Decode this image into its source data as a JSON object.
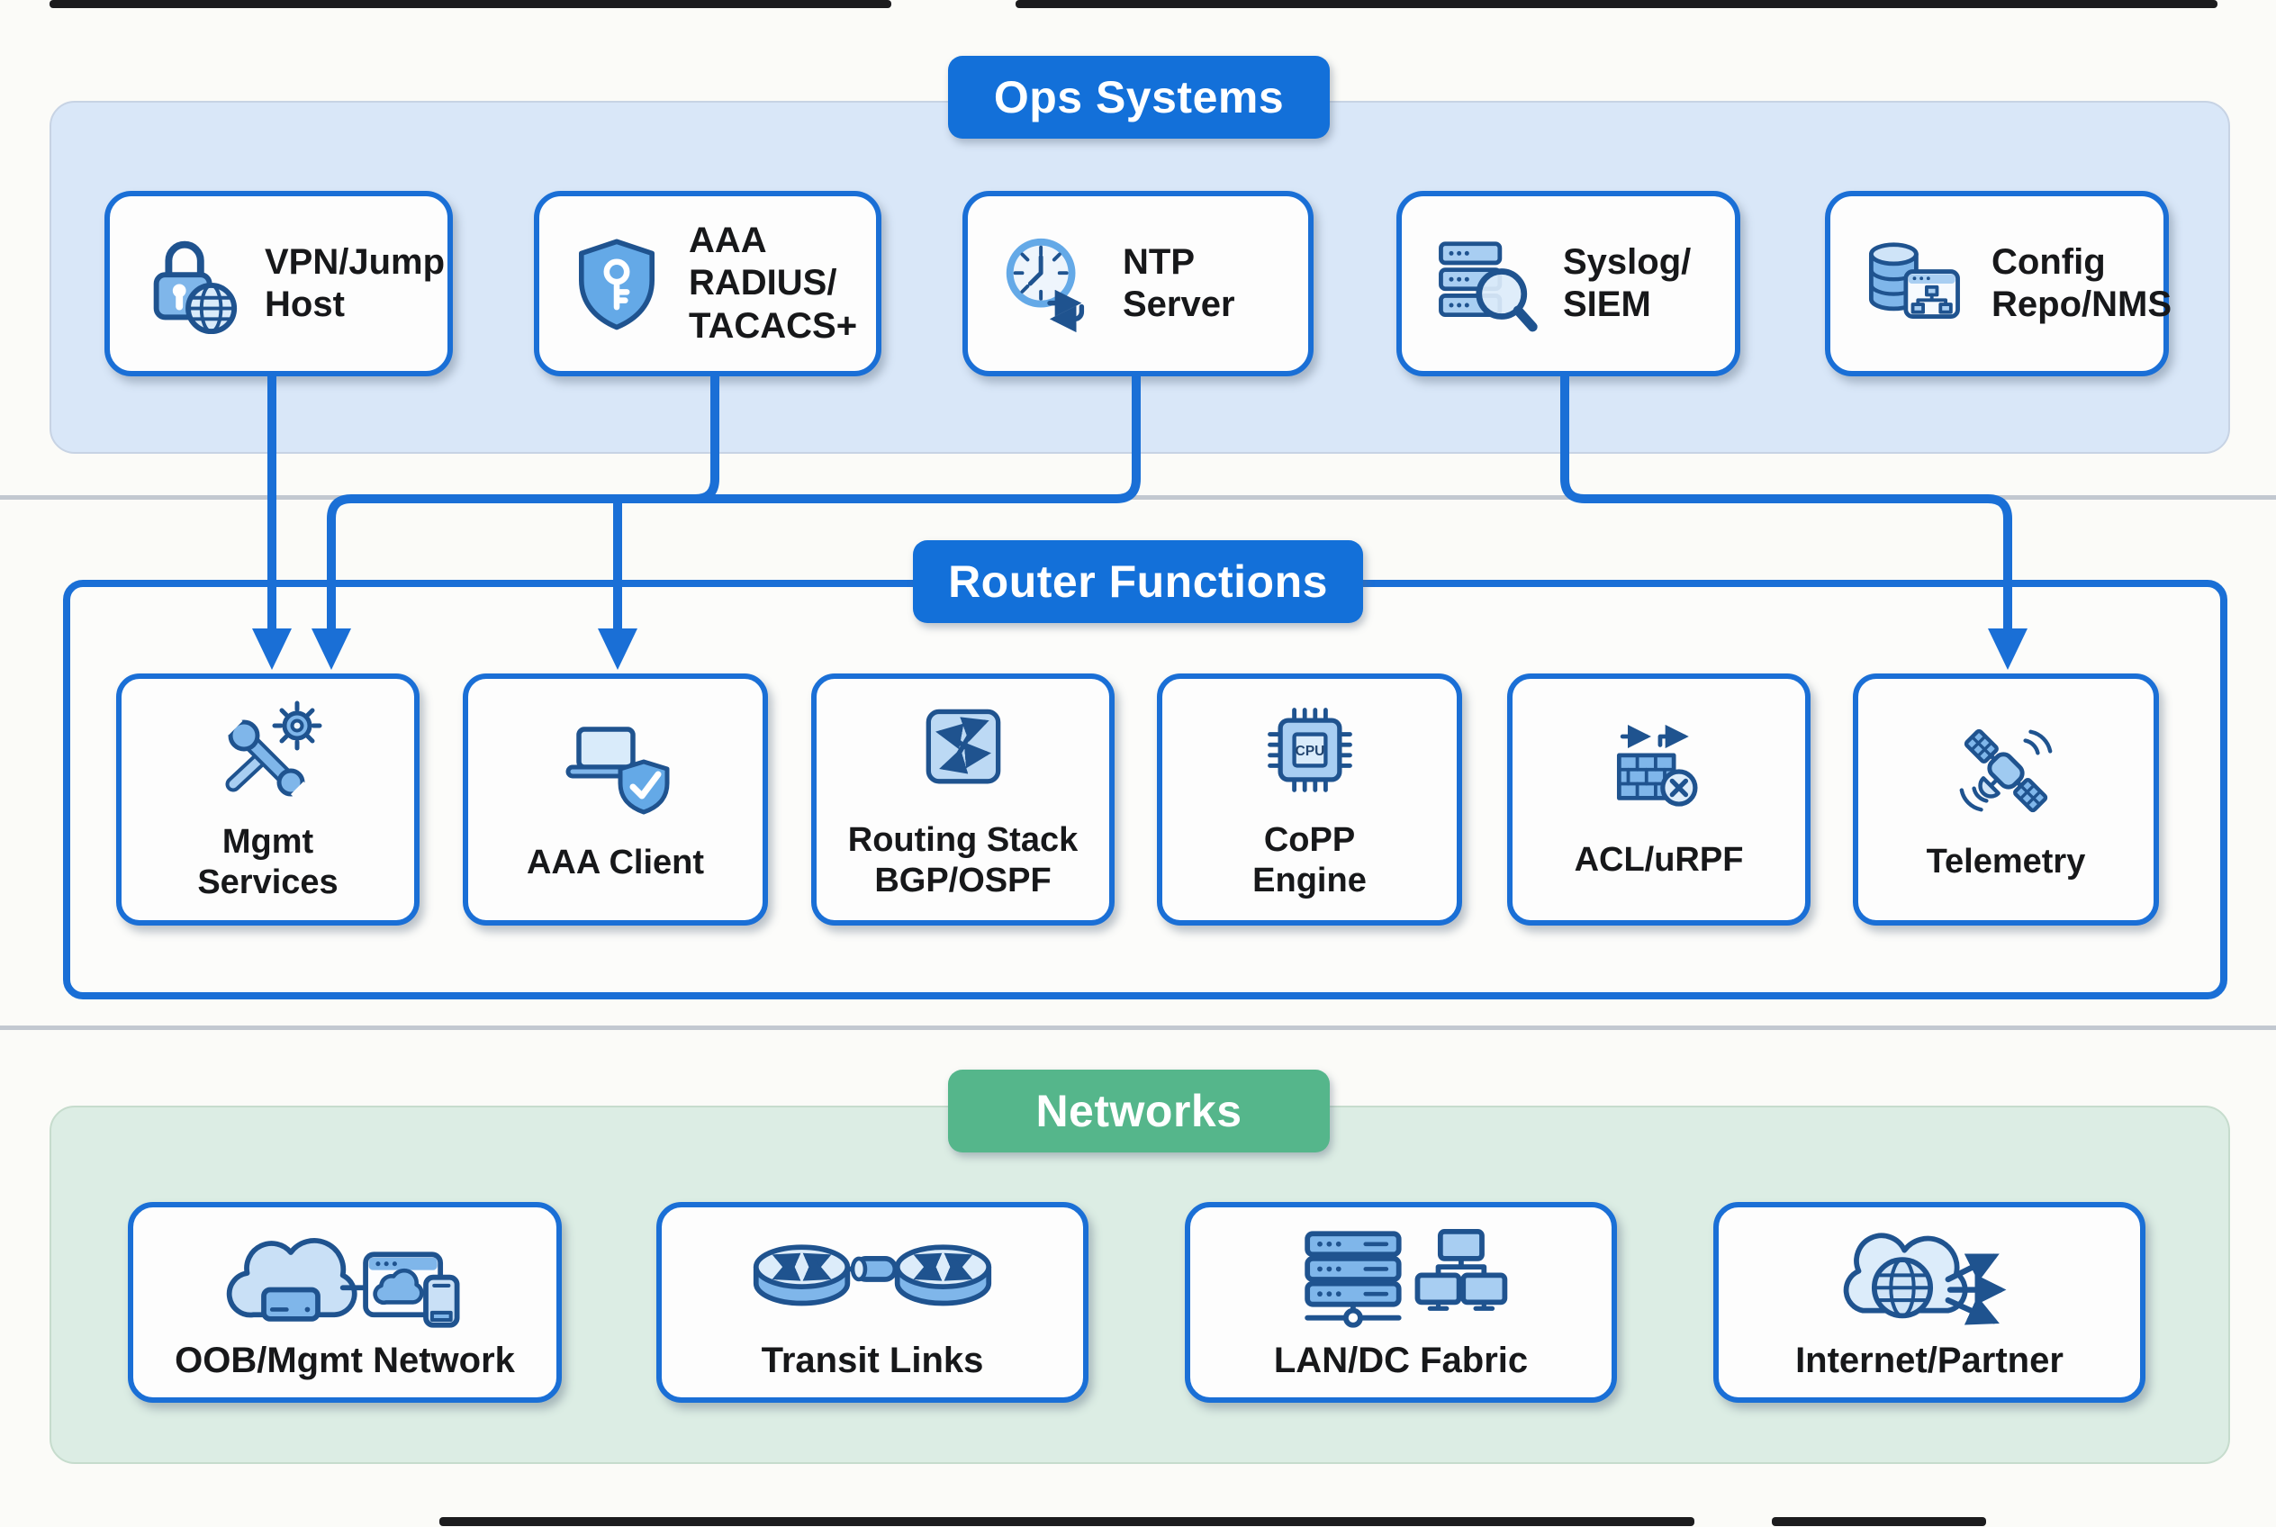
{
  "colors": {
    "accent_blue": "#1a6fd6",
    "badge_blue": "#1370d9",
    "badge_green": "#55b68b",
    "ops_panel_bg": "#d9e7f8",
    "networks_panel_bg": "#dcede4",
    "icon_outline": "#1f538f",
    "icon_fill_mid": "#7fb6ea",
    "icon_fill_light": "#cfe4f8",
    "text": "#17181a",
    "divider_gray": "#b7bec9"
  },
  "sections": {
    "ops": {
      "title": "Ops Systems",
      "items": [
        {
          "id": "vpn-jump-host",
          "icon": "lock-globe-icon",
          "lines": [
            "VPN/Jump",
            "Host"
          ]
        },
        {
          "id": "aaa-radius-tacacs",
          "icon": "shield-key-icon",
          "lines": [
            "AAA",
            "RADIUS/",
            "TACACS+"
          ]
        },
        {
          "id": "ntp-server",
          "icon": "clock-sync-icon",
          "lines": [
            "NTP",
            "Server"
          ]
        },
        {
          "id": "syslog-siem",
          "icon": "server-search-icon",
          "lines": [
            "Syslog/",
            "SIEM"
          ]
        },
        {
          "id": "config-repo-nms",
          "icon": "database-window-icon",
          "lines": [
            "Config",
            "Repo/NMS"
          ]
        }
      ]
    },
    "router": {
      "title": "Router Functions",
      "items": [
        {
          "id": "mgmt-services",
          "icon": "wrench-gear-icon",
          "lines": [
            "Mgmt",
            "Services"
          ]
        },
        {
          "id": "aaa-client",
          "icon": "laptop-shield-icon",
          "lines": [
            "AAA Client"
          ]
        },
        {
          "id": "routing-stack",
          "icon": "route-arrows-icon",
          "lines": [
            "Routing Stack",
            "BGP/OSPF"
          ]
        },
        {
          "id": "copp-engine",
          "icon": "cpu-chip-icon",
          "lines": [
            "CoPP",
            "Engine"
          ]
        },
        {
          "id": "acl-urpf",
          "icon": "firewall-deny-icon",
          "lines": [
            "ACL/uRPF"
          ]
        },
        {
          "id": "telemetry",
          "icon": "satellite-icon",
          "lines": [
            "Telemetry"
          ]
        }
      ]
    },
    "networks": {
      "title": "Networks",
      "items": [
        {
          "id": "oob-mgmt-network",
          "icon": "cloud-devices-icon",
          "lines": [
            "OOB/Mgmt Network"
          ]
        },
        {
          "id": "transit-links",
          "icon": "linked-routers-icon",
          "lines": [
            "Transit Links"
          ]
        },
        {
          "id": "lan-dc-fabric",
          "icon": "server-rack-tree-icon",
          "lines": [
            "LAN/DC Fabric"
          ]
        },
        {
          "id": "internet-partner",
          "icon": "cloud-globe-arrows-icon",
          "lines": [
            "Internet/Partner"
          ]
        }
      ]
    }
  },
  "icons": {
    "cpu_text": "CPU"
  },
  "connections": [
    {
      "from": [
        "vpn-jump-host"
      ],
      "to": [
        "mgmt-services"
      ]
    },
    {
      "from": [
        "aaa-radius-tacacs",
        "ntp-server"
      ],
      "to": [
        "mgmt-services",
        "aaa-client"
      ],
      "note": "merged bus"
    },
    {
      "from": [
        "syslog-siem"
      ],
      "to": [
        "telemetry"
      ]
    }
  ]
}
